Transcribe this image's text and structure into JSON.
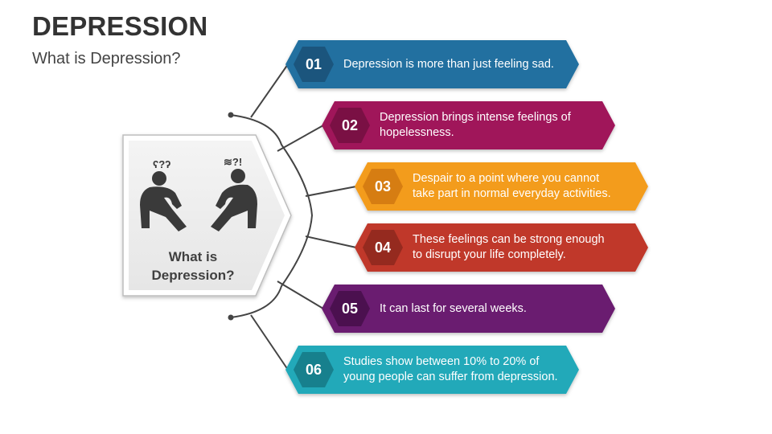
{
  "header": {
    "title": "DEPRESSION",
    "subtitle": "What is Depression?"
  },
  "center": {
    "label_line1": "What is",
    "label_line2": "Depression?",
    "icons": [
      "confused-person-icon",
      "frustrated-person-icon"
    ]
  },
  "items": [
    {
      "number": "01",
      "text_line1": "Depression is more than just feeling sad.",
      "text_line2": "",
      "color": "#2370A0",
      "badge_color": "#1B557D"
    },
    {
      "number": "02",
      "text_line1": "Depression brings intense feelings of",
      "text_line2": "hopelessness.",
      "color": "#A0185A",
      "badge_color": "#7A1044"
    },
    {
      "number": "03",
      "text_line1": "Despair to a point where you cannot",
      "text_line2": "take part in normal everyday activities.",
      "color": "#F39C1F",
      "badge_color": "#D67D12"
    },
    {
      "number": "04",
      "text_line1": "These feelings can be strong enough",
      "text_line2": "to disrupt your life completely.",
      "color": "#C0392B",
      "badge_color": "#952A1F"
    },
    {
      "number": "05",
      "text_line1": "It can last for several weeks.",
      "text_line2": "",
      "color": "#6A1B6F",
      "badge_color": "#4B104F"
    },
    {
      "number": "06",
      "text_line1": "Studies show between 10% to 20% of",
      "text_line2": "young people can suffer from depression.",
      "color": "#22A9B9",
      "badge_color": "#17808D"
    }
  ]
}
